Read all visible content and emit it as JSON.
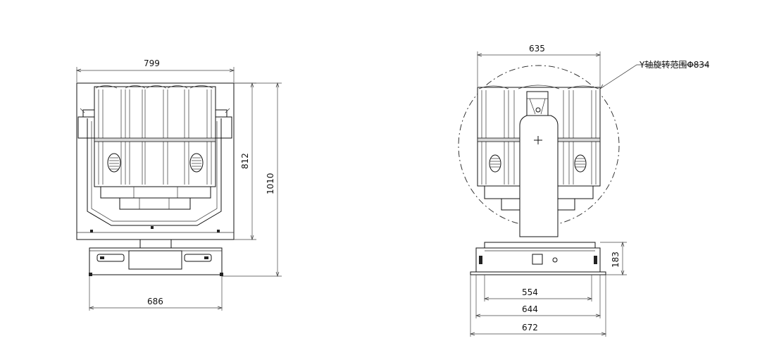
{
  "front_view": {
    "dim_width_top": "799",
    "dim_width_bottom": "686",
    "dim_height_body": "812",
    "dim_height_total": "1010"
  },
  "side_view": {
    "dim_width_top": "635",
    "dim_width_554": "554",
    "dim_width_644": "644",
    "dim_width_672": "672",
    "dim_base_height": "183",
    "rotation_note": "Y轴旋转范围Φ834"
  }
}
